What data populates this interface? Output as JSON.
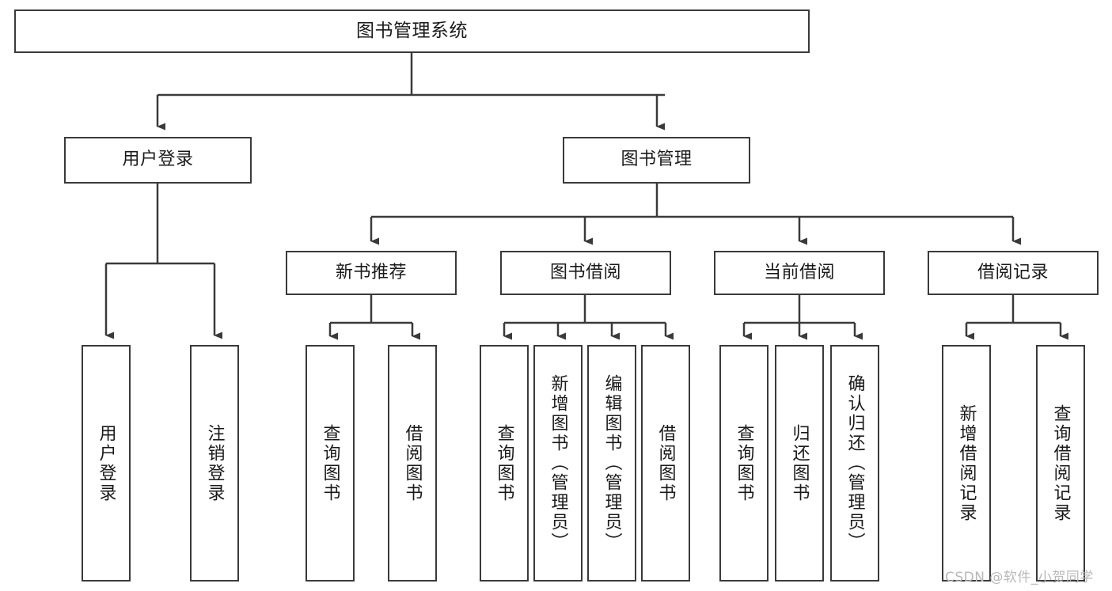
{
  "diagram": {
    "type": "hierarchy-tree",
    "title": "图书管理系统",
    "levels": 4,
    "root": {
      "label": "图书管理系统"
    },
    "level2": [
      {
        "label": "用户登录"
      },
      {
        "label": "图书管理"
      }
    ],
    "level3": [
      {
        "label": "新书推荐"
      },
      {
        "label": "图书借阅"
      },
      {
        "label": "当前借阅"
      },
      {
        "label": "借阅记录"
      }
    ],
    "leaves": {
      "user_login": [
        {
          "label": "用户登录"
        },
        {
          "label": "注销登录"
        }
      ],
      "new_book_recommend": [
        {
          "label": "查询图书"
        },
        {
          "label": "借阅图书"
        }
      ],
      "book_borrow": [
        {
          "label": "查询图书"
        },
        {
          "label": "新增图书（管理员）"
        },
        {
          "label": "编辑图书（管理员）"
        },
        {
          "label": "借阅图书"
        }
      ],
      "current_borrow": [
        {
          "label": "查询图书"
        },
        {
          "label": "归还图书"
        },
        {
          "label": "确认归还（管理员）"
        }
      ],
      "borrow_record": [
        {
          "label": "新增借阅记录"
        },
        {
          "label": "查询借阅记录"
        }
      ]
    }
  },
  "watermark": {
    "text": "CSDN @软件_小贺同学"
  },
  "colors": {
    "stroke": "#3a3a3a",
    "fill": "#ffffff",
    "text": "#1a1a1a",
    "watermark": "#b9b9b9"
  }
}
